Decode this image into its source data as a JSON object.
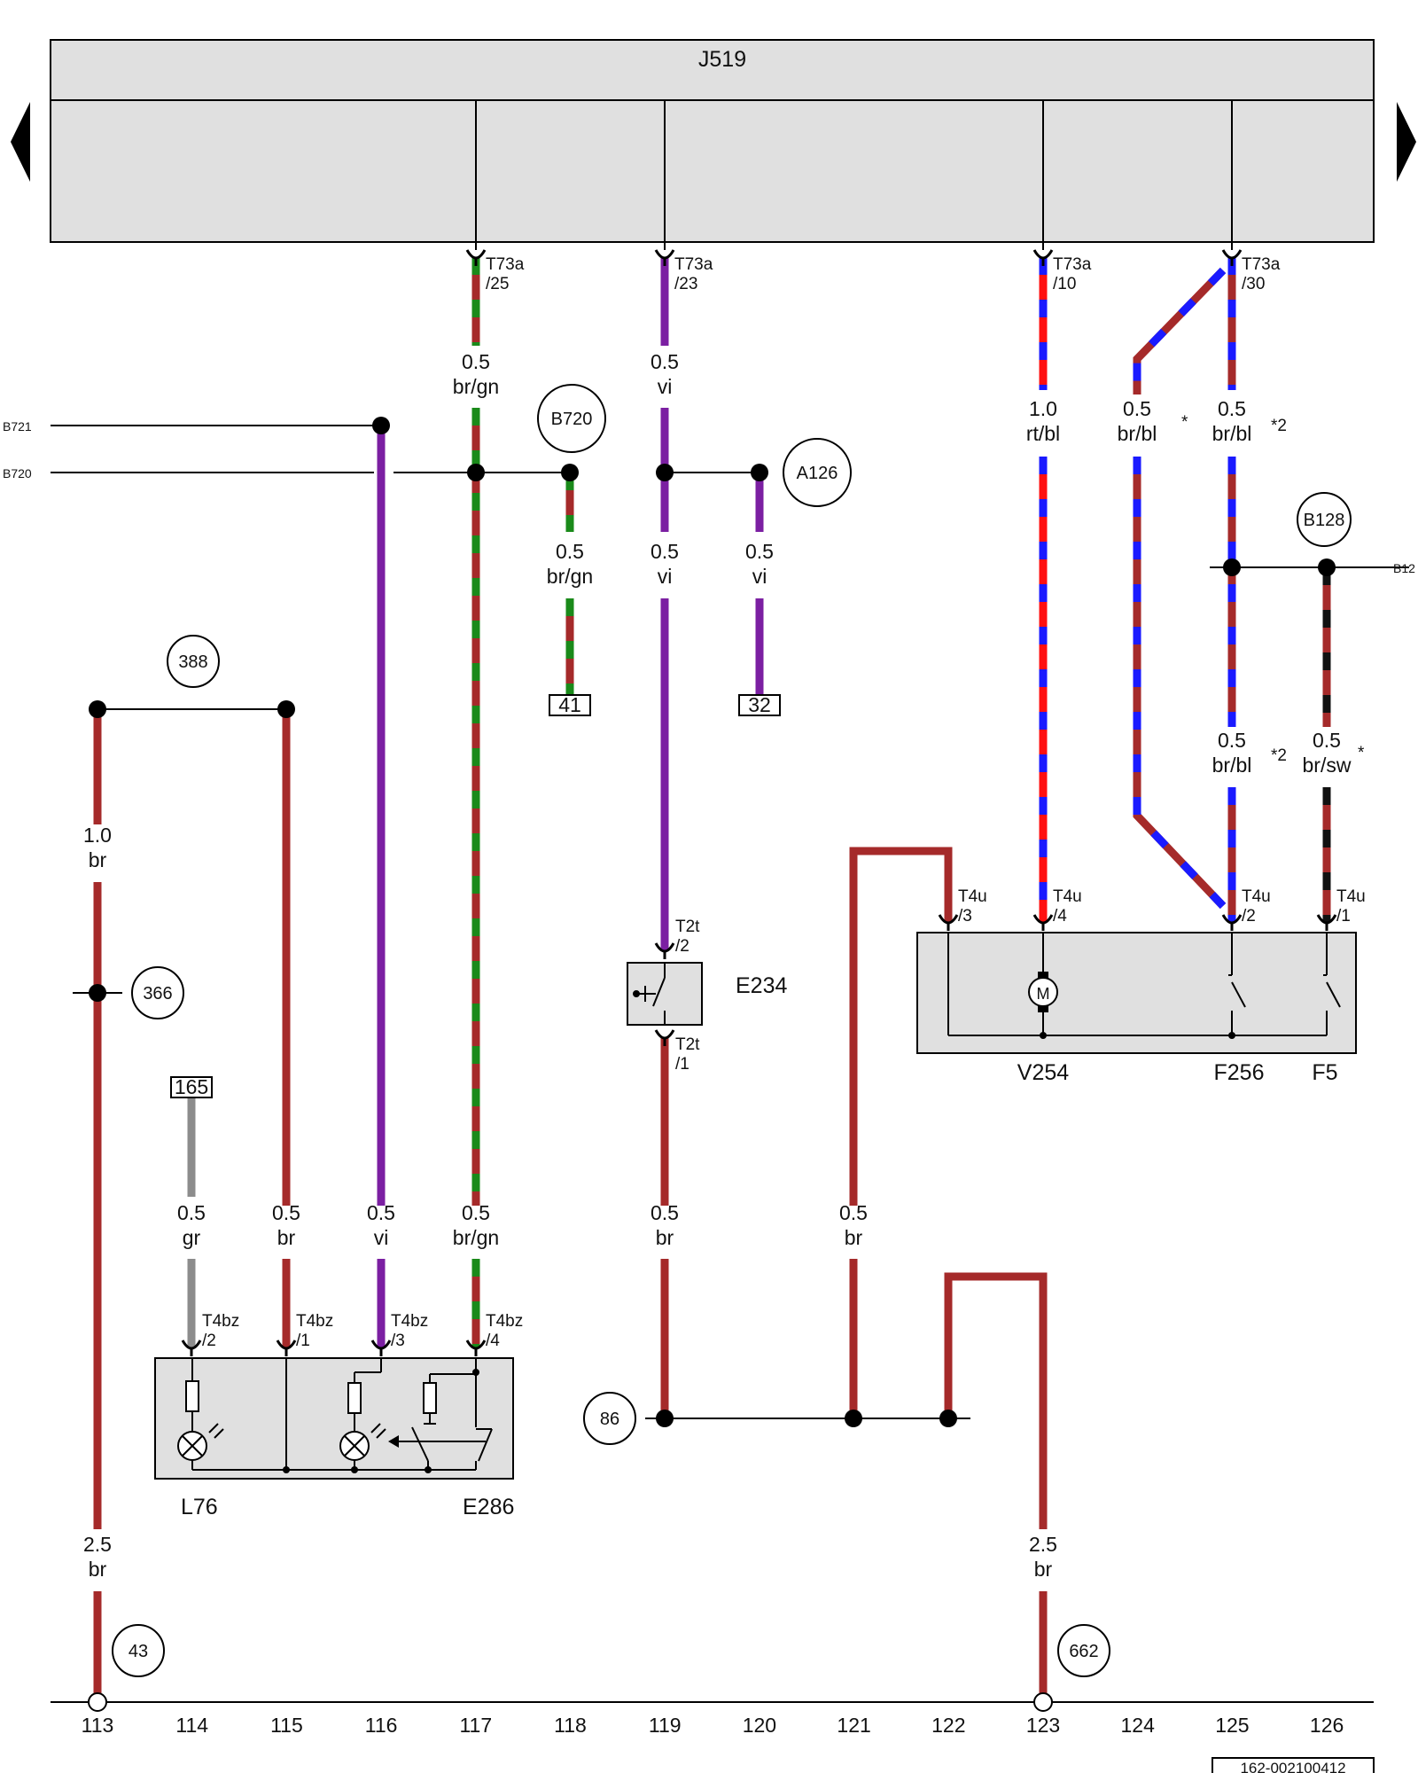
{
  "control_unit": {
    "name": "J519"
  },
  "components": {
    "E234": "E234",
    "V254": "V254",
    "F256": "F256",
    "F5": "F5",
    "L76": "L76",
    "E286": "E286"
  },
  "connectors": {
    "j519_25": "T73a\n/25",
    "j519_23": "T73a\n/23",
    "j519_10": "T73a\n/10",
    "j519_30": "T73a\n/30",
    "t2t_2": "T2t\n/2",
    "t2t_1": "T2t\n/1",
    "t4u_3": "T4u\n/3",
    "t4u_4": "T4u\n/4",
    "t4u_2": "T4u\n/2",
    "t4u_1": "T4u\n/1",
    "t4bz_2": "T4bz\n/2",
    "t4bz_1": "T4bz\n/1",
    "t4bz_3": "T4bz\n/3",
    "t4bz_4": "T4bz\n/4"
  },
  "wire_labels": {
    "w117_top": "0.5\nbr/gn",
    "w119_top": "0.5\nvi",
    "w123_top": "1.0\nrt/bl",
    "w124_diag": "0.5\nbr/bl",
    "w125_top": "0.5\nbr/bl",
    "w118_branch": "0.5\nbr/gn",
    "w119_mid": "0.5\nvi",
    "w120_branch": "0.5\nvi",
    "w125_low": "0.5\nbr/bl",
    "w126_low": "0.5\nbr/sw",
    "w113_up": "1.0\nbr",
    "w114": "0.5\ngr",
    "w115": "0.5\nbr",
    "w116": "0.5\nvi",
    "w117_low": "0.5\nbr/gn",
    "w119_low": "0.5\nbr",
    "w121": "0.5\nbr",
    "w113_low": "2.5\nbr",
    "w123_low": "2.5\nbr"
  },
  "notes": {
    "star_a": "*",
    "star2_a": "*2",
    "star2_b": "*2",
    "star_b": "*"
  },
  "circles": {
    "B720": "B720",
    "A126": "A126",
    "B128": "B128",
    "388": "388",
    "366": "366",
    "86": "86",
    "43": "43",
    "662": "662"
  },
  "refs": {
    "r41": "41",
    "r32": "32",
    "r165": "165"
  },
  "side_labels": {
    "B721": "B721",
    "B720": "B720",
    "B12": "B12"
  },
  "columns": [
    "113",
    "114",
    "115",
    "116",
    "117",
    "118",
    "119",
    "120",
    "121",
    "122",
    "123",
    "124",
    "125",
    "126"
  ],
  "doc_id": "162-002100412",
  "colors": {
    "br": "#a52a2a",
    "gn": "#1a8a1a",
    "vi": "#7b1fa2",
    "rt": "#ff1010",
    "bl": "#1a1aff",
    "gr": "#8c8c8c",
    "sw": "#111111",
    "box": "#e0e0e0"
  }
}
